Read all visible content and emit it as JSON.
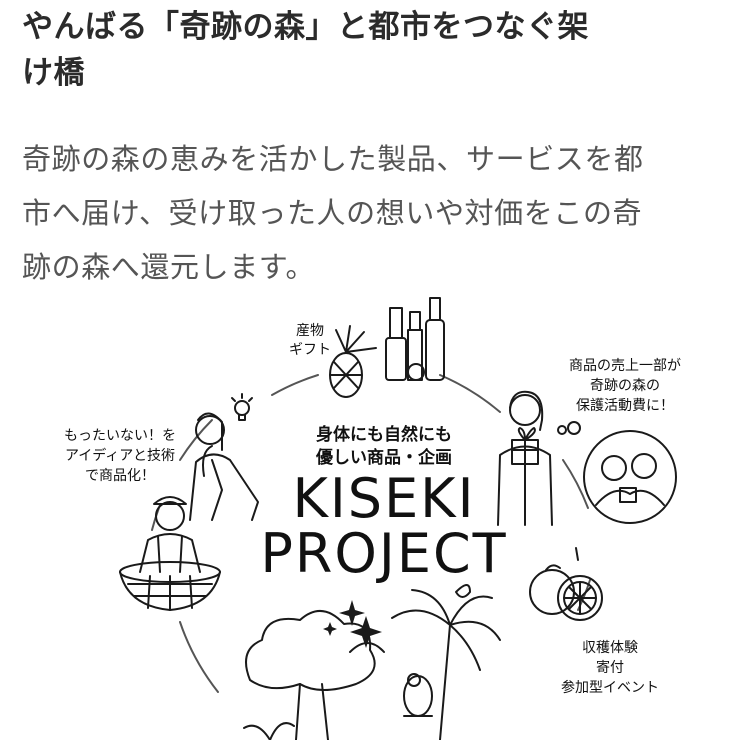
{
  "article": {
    "headline_lines": [
      "やんばる「奇跡の森」と都市をつなぐ架",
      "け橋"
    ],
    "lead_lines": [
      "奇跡の森の恵みを活かした製品、サービスを都",
      "市へ届け、受け取った人の想いや対価をこの奇",
      "跡の森へ還元します。"
    ]
  },
  "illustration": {
    "center_lines": [
      "身体にも自然にも",
      "優しい商品・企画"
    ],
    "title_lines": [
      "KISEKI",
      "PROJECT"
    ],
    "label_products": [
      "産物",
      "ギフト"
    ],
    "label_sales": [
      "商品の売上一部が",
      "奇跡の森の",
      "保護活動費に！"
    ],
    "label_mottainai": [
      "もったいない！を",
      "アイディアと技術",
      "で商品化！"
    ],
    "label_experience": [
      "収穫体験",
      "寄付",
      "参加型イベント"
    ]
  }
}
